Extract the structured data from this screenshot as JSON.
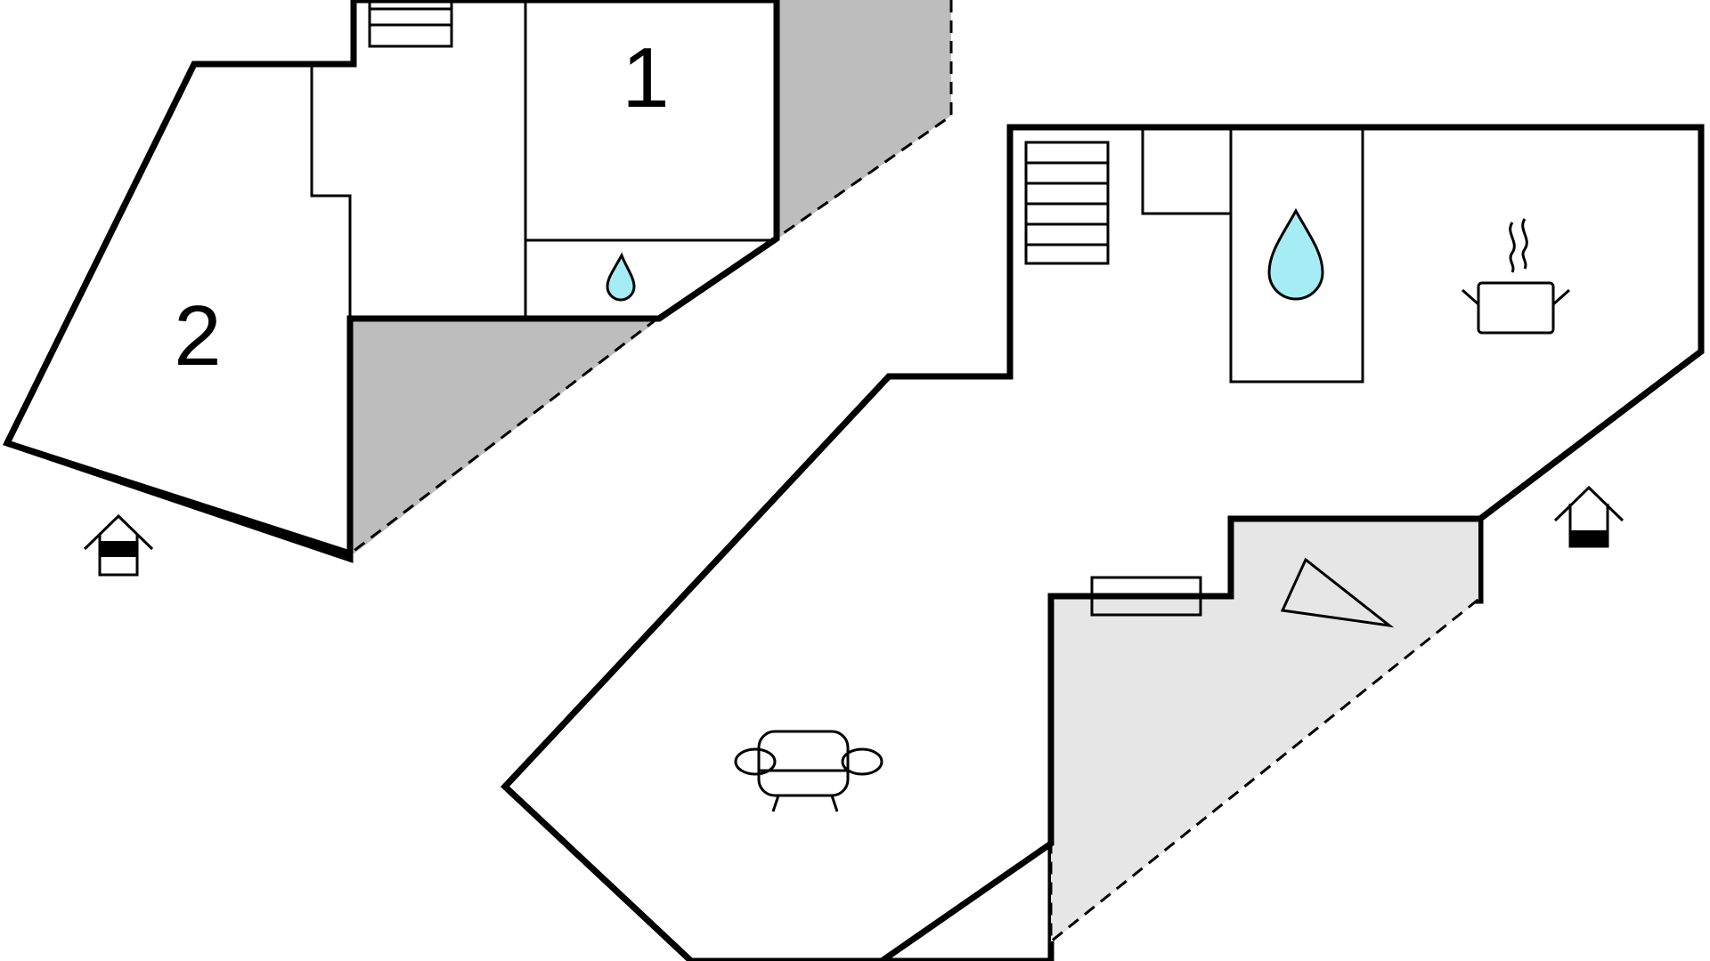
{
  "rooms": [
    {
      "id": "bedroom-1",
      "label": "1"
    },
    {
      "id": "bedroom-2",
      "label": "2"
    }
  ],
  "icons": [
    "stairs-icon",
    "water-drop-icon",
    "cooking-pot-icon",
    "sofa-icon",
    "entrance-icon",
    "radiator-icon",
    "triangle-icon"
  ],
  "colors": {
    "wall": "#000000",
    "terrace_dark": "#bdbdbd",
    "terrace_light": "#e6e6e6",
    "water": "#a6ecf5",
    "background": "#ffffff"
  }
}
